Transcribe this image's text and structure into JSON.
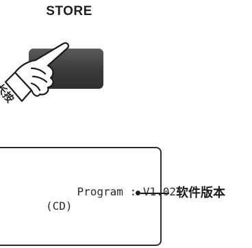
{
  "store": {
    "title": "STORE",
    "action_label": "长按",
    "button_icon": "finger-press-icon"
  },
  "display": {
    "line1": "Program : V1.02",
    "line2": "(CD)"
  },
  "callout": {
    "label": "软件版本"
  },
  "colors": {
    "button": "#3a3a3a",
    "outline": "#2d2d2d",
    "text": "#1a1a1a"
  }
}
